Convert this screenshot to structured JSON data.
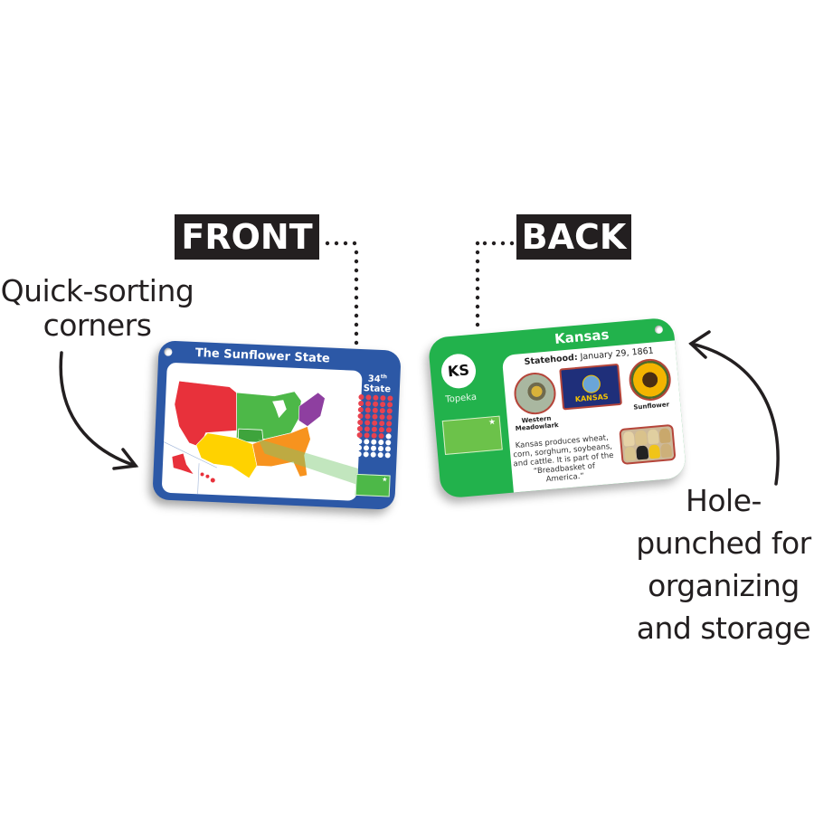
{
  "labels": {
    "front": "FRONT",
    "back": "BACK"
  },
  "captions": {
    "left": [
      "Quick-sorting",
      "corners"
    ],
    "right": [
      "Hole-",
      "punched for",
      "organizing",
      "and storage"
    ]
  },
  "front_card": {
    "title": "The Sunflower State",
    "rank_number": "34",
    "rank_suffix": "th",
    "rank_label": "State",
    "dots_total": 50,
    "dots_highlighted": 34,
    "colors": {
      "card": "#2c58a6",
      "west": "#e8313b",
      "midwest": "#4db848",
      "southwest": "#ffd200",
      "southeast": "#f7931e",
      "northeast": "#8e3fa0",
      "dot_red": "#e8424f"
    }
  },
  "back_card": {
    "state_name": "Kansas",
    "abbreviation": "KS",
    "capital": "Topeka",
    "statehood_label": "Statehood:",
    "statehood_date": "January 29, 1861",
    "bird_label": [
      "Western",
      "Meadowlark"
    ],
    "flag_text": "KANSAS",
    "flower_label": "Sunflower",
    "fact_text": "Kansas produces wheat, corn, sorghum, soybeans, and cattle. It is part of the “Breadbasket of America.”",
    "colors": {
      "card": "#22b24c",
      "accent_border": "#b5453a",
      "flag_blue": "#1f2f7a"
    }
  }
}
